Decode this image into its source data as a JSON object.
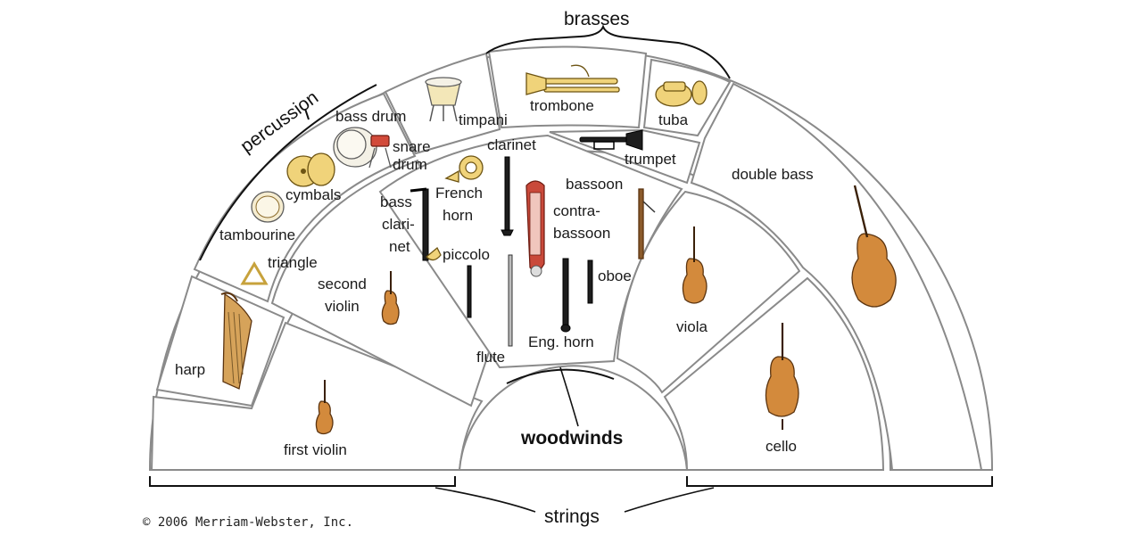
{
  "groups": {
    "percussion": "percussion",
    "brasses": "brasses",
    "woodwinds": "woodwinds",
    "strings": "strings"
  },
  "instruments": {
    "bass_drum": "bass drum",
    "timpani": "timpani",
    "trombone": "trombone",
    "tuba": "tuba",
    "snare": "snare",
    "drum": "drum",
    "clarinet": "clarinet",
    "trumpet": "trumpet",
    "cymbals": "cymbals",
    "bass_clarinet_1": "bass",
    "bass_clarinet_2": "clari-",
    "bass_clarinet_3": "net",
    "french_horn_1": "French",
    "french_horn_2": "horn",
    "bassoon": "bassoon",
    "contra_1": "contra-",
    "contra_2": "bassoon",
    "double_bass": "double bass",
    "tambourine": "tambourine",
    "triangle": "triangle",
    "piccolo": "piccolo",
    "oboe": "oboe",
    "second_violin_1": "second",
    "second_violin_2": "violin",
    "viola": "viola",
    "harp": "harp",
    "flute": "flute",
    "english_horn": "Eng. horn",
    "first_violin": "first violin",
    "cello": "cello"
  },
  "copyright": "© 2006 Merriam-Webster, Inc.",
  "colors": {
    "wood": "#d38a3c",
    "brass": "#f0d37a",
    "outline": "#8a8a8a"
  }
}
